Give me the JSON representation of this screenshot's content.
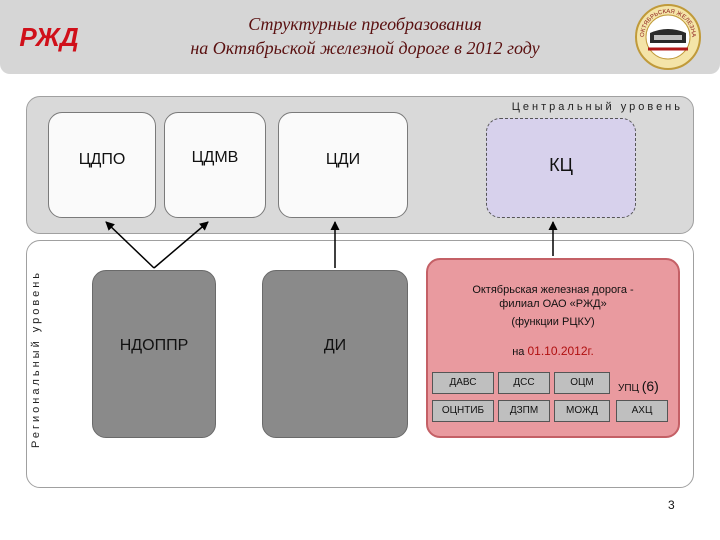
{
  "header": {
    "title_line1": "Структурные преобразования",
    "title_line2": "на Октябрьской железной дороге в 2012 году",
    "logo_text": "РЖД",
    "emblem_text": "ОКТЯБРЬСКАЯ ЖЕЛЕЗНАЯ ДОРОГА"
  },
  "levels": {
    "central": "Центральный уровень",
    "regional": "Региональный уровень"
  },
  "central_units": {
    "cdpo": "ЦДПО",
    "cdmv": "ЦДМВ",
    "cdi": "ЦДИ",
    "kc": "КЦ"
  },
  "regional_units": {
    "ndoppr": "НДОППР",
    "di": "ДИ"
  },
  "october_railway": {
    "line1": "Октябрьская железная дорога -",
    "line2": "филиал ОАО «РЖД»",
    "line3": "(функции РЦКУ)",
    "date_prefix": "на ",
    "date": "01.10.2012г.",
    "subdivisions_row1": [
      "ДАВС",
      "ДСС",
      "ОЦМ"
    ],
    "subdivisions_row2": [
      "ОЦНТИБ",
      "ДЗПМ",
      "МОЖД",
      "АХЦ"
    ],
    "upc_label": "УПЦ",
    "upc_count": "(6)"
  },
  "page_number": "3",
  "colors": {
    "title": "#5a1010",
    "logo_red": "#d0101a",
    "kc_fill": "#d7d1ec",
    "railway_fill": "#e99a9f",
    "regional_box_fill": "#8a8a8a"
  }
}
